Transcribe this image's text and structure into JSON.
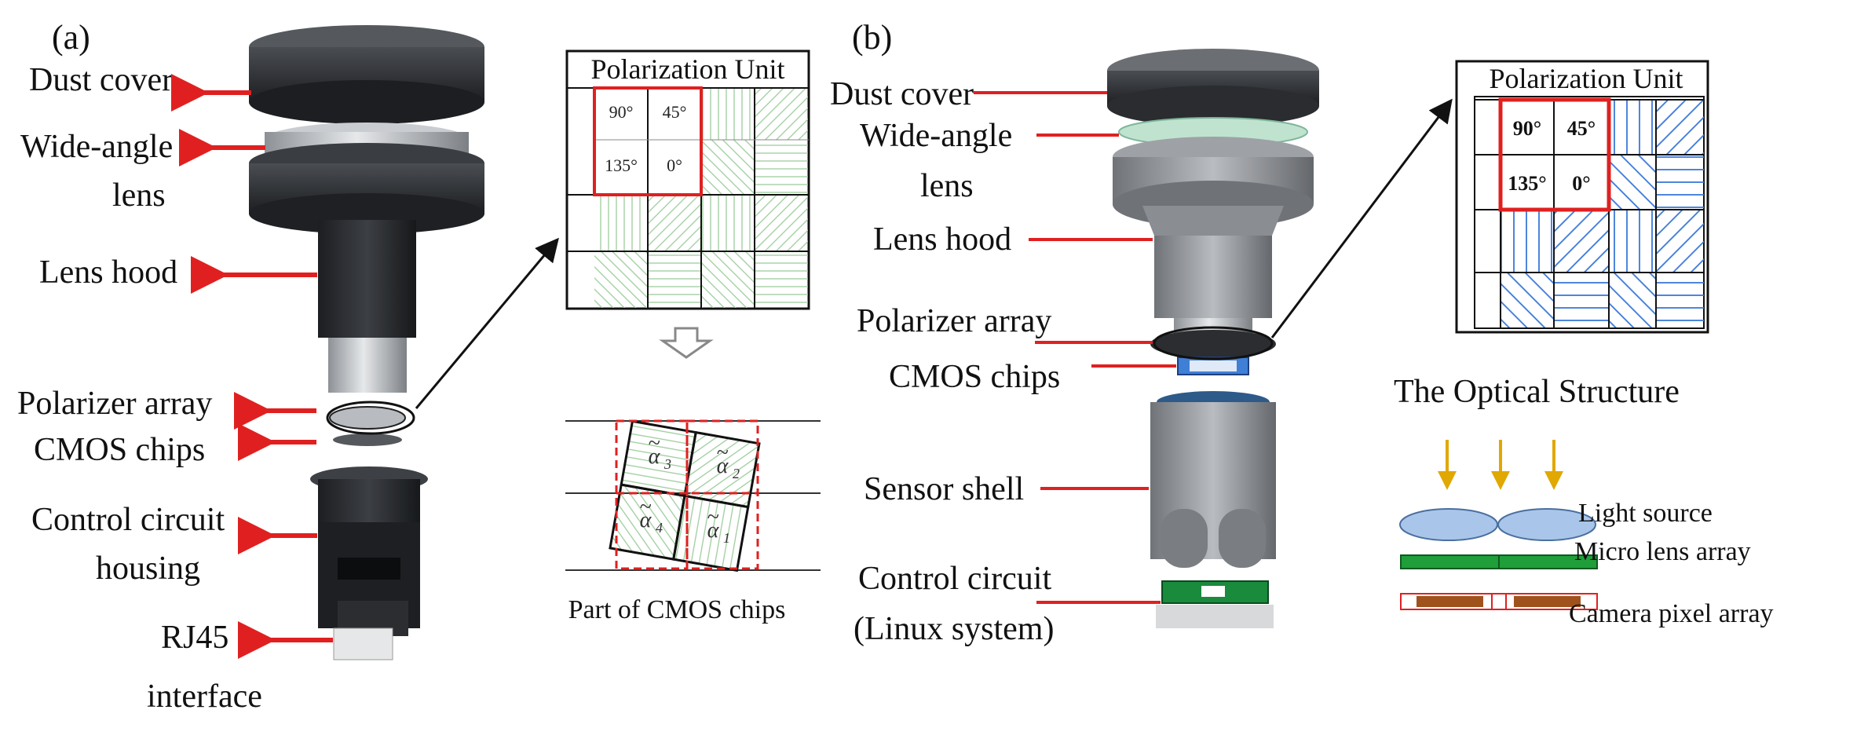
{
  "panel_a": {
    "tag": "(a)",
    "components": [
      {
        "id": "dust-cover",
        "lines": [
          "Dust cover"
        ]
      },
      {
        "id": "wide-angle-lens",
        "lines": [
          "Wide-angle",
          "lens"
        ]
      },
      {
        "id": "lens-hood",
        "lines": [
          "Lens hood"
        ]
      },
      {
        "id": "polarizer-array",
        "lines": [
          "Polarizer array"
        ]
      },
      {
        "id": "cmos-chips",
        "lines": [
          "CMOS chips"
        ]
      },
      {
        "id": "control-circuit-housing",
        "lines": [
          "Control circuit",
          "housing"
        ]
      },
      {
        "id": "rj45-interface",
        "lines": [
          "RJ45",
          "interface"
        ]
      }
    ],
    "polarization_unit": {
      "title": "Polarization Unit",
      "angles": [
        "90°",
        "45°",
        "135°",
        "0°"
      ]
    },
    "cmos_detail": {
      "caption": "Part of CMOS chips",
      "pixels": [
        {
          "base": "α",
          "sub": "3",
          "tilde": "~"
        },
        {
          "base": "α",
          "sub": "2",
          "tilde": "~"
        },
        {
          "base": "α",
          "sub": "4",
          "tilde": "~"
        },
        {
          "base": "α",
          "sub": "1",
          "tilde": "~"
        }
      ]
    }
  },
  "panel_b": {
    "tag": "(b)",
    "components": [
      {
        "id": "dust-cover",
        "lines": [
          "Dust cover"
        ]
      },
      {
        "id": "wide-angle-lens",
        "lines": [
          "Wide-angle",
          "lens"
        ]
      },
      {
        "id": "lens-hood",
        "lines": [
          "Lens hood"
        ]
      },
      {
        "id": "polarizer-array",
        "lines": [
          "Polarizer array"
        ]
      },
      {
        "id": "cmos-chips",
        "lines": [
          "CMOS chips"
        ]
      },
      {
        "id": "sensor-shell",
        "lines": [
          "Sensor shell"
        ]
      },
      {
        "id": "control-circuit",
        "lines": [
          "Control circuit",
          "(Linux system)"
        ]
      }
    ],
    "polarization_unit": {
      "title": "Polarization Unit",
      "angles": [
        "90°",
        "45°",
        "135°",
        "0°"
      ]
    },
    "optical_structure": {
      "title": "The Optical Structure",
      "labels": [
        "Light source",
        "Micro lens array",
        "Camera pixel array"
      ]
    }
  },
  "colors": {
    "arrow_red": "#e02020",
    "unit_highlight": "#e02020",
    "grid_hatch_green": "#8fc48f",
    "grid_hatch_blue": "#2a6fdb",
    "light_arrow": "#e0a800",
    "microlens_blue": "#a9c6ea",
    "microlens_green": "#1f9e3a",
    "pixel_brown": "#a0521d",
    "pcb_green": "#1a8a3c"
  }
}
